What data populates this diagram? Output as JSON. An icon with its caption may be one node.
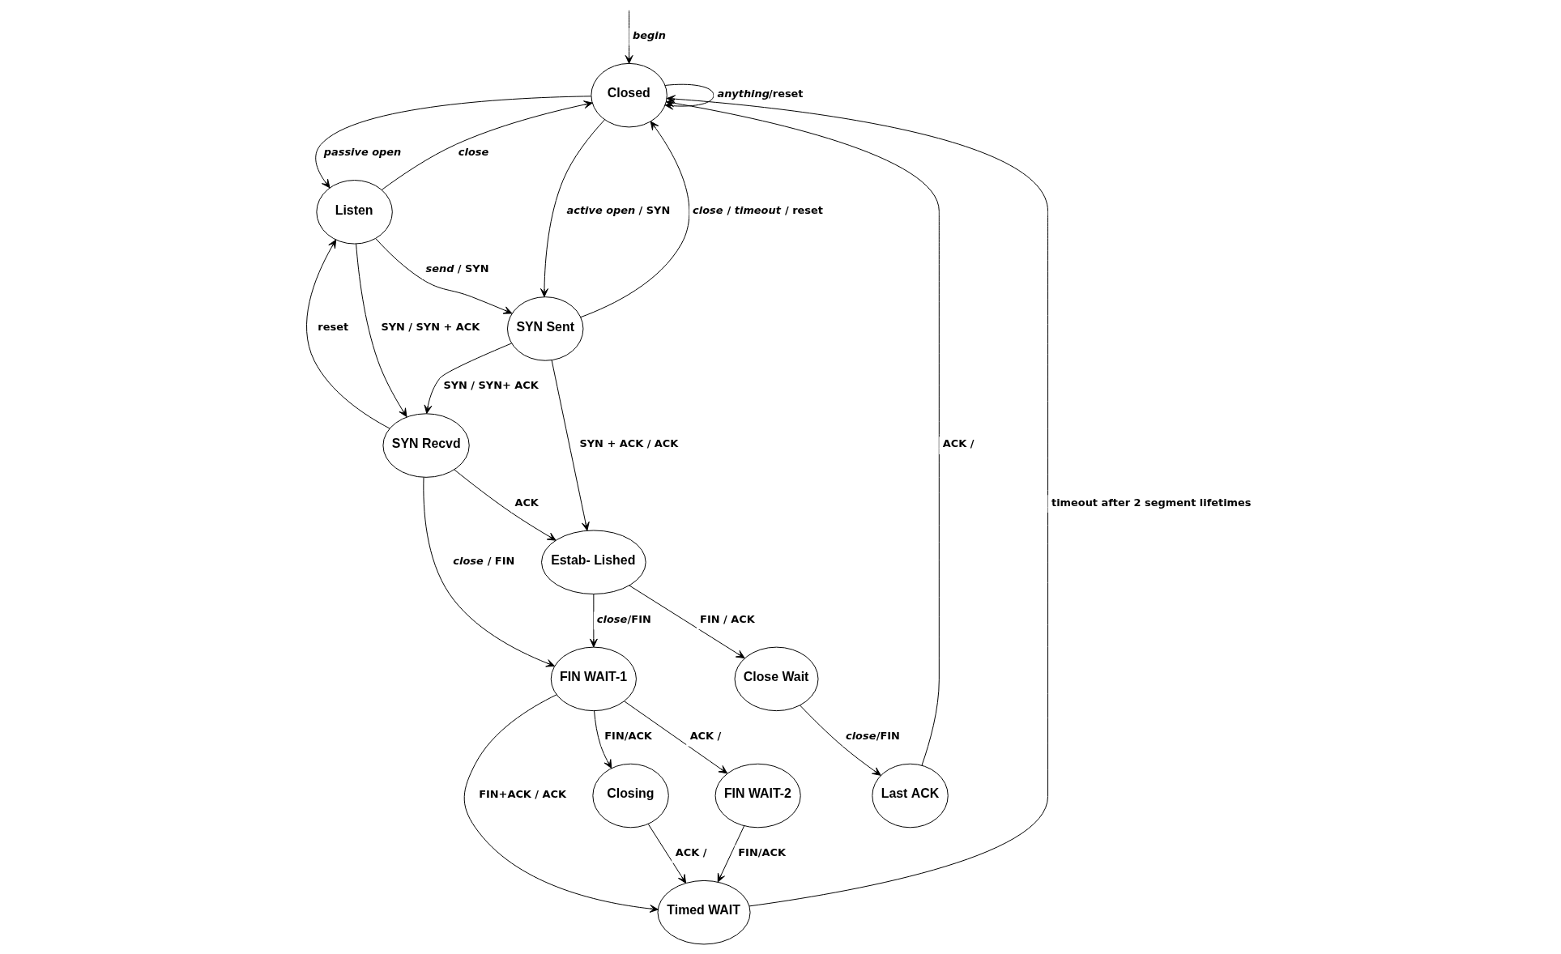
{
  "diagram": {
    "nodes": [
      {
        "text": [
          "Closed"
        ]
      },
      {
        "text": [
          "Listen"
        ]
      },
      {
        "text": [
          "SYN Recvd"
        ]
      },
      {
        "text": [
          "SYN Sent"
        ]
      },
      {
        "text": [
          "Estab- Lished"
        ]
      },
      {
        "text": [
          "Close Wait"
        ]
      },
      {
        "text": [
          "FIN WAIT-1"
        ]
      },
      {
        "text": [
          "Closing"
        ]
      },
      {
        "text": [
          "Last ACK"
        ]
      },
      {
        "text": [
          "FIN WAIT-2"
        ]
      },
      {
        "text": [
          "Timed WAIT"
        ]
      }
    ],
    "edges": [
      {
        "from": 0,
        "to": 0,
        "arrow": "to",
        "label": "*anything*/reset"
      },
      {
        "from": null,
        "to": 0,
        "arrow": "to",
        "label": "*begin*"
      },
      {
        "from": 0,
        "to": 1,
        "arrow": "to",
        "label": "*passive open*"
      },
      {
        "from": 1,
        "to": 0,
        "arrow": "to",
        "label": "*close*"
      },
      {
        "from": 0,
        "to": 3,
        "arrow": "to",
        "label": "*active open* / SYN"
      },
      {
        "from": 1,
        "to": 2,
        "arrow": "to",
        "label": "SYN / SYN + ACK"
      },
      {
        "from": 2,
        "to": 1,
        "arrow": "to",
        "label": "reset"
      },
      {
        "from": 1,
        "to": 3,
        "arrow": "to",
        "label": "*send* / SYN"
      },
      {
        "from": 3,
        "to": 0,
        "arrow": "to",
        "label": "*close* / *timeout* / reset"
      },
      {
        "from": 3,
        "to": 2,
        "arrow": "to",
        "label": "SYN / SYN+ ACK"
      },
      {
        "from": 2,
        "to": 4,
        "arrow": "to",
        "label": "ACK"
      },
      {
        "from": 3,
        "to": 4,
        "arrow": "to",
        "label": "SYN + ACK / ACK"
      },
      {
        "from": 2,
        "to": 6,
        "arrow": "to",
        "label": "*close* / FIN"
      },
      {
        "from": 4,
        "to": 5,
        "arrow": "to",
        "label": "FIN / ACK"
      },
      {
        "from": 4,
        "to": 6,
        "arrow": "to",
        "label": "*close*/FIN"
      },
      {
        "from": 5,
        "to": 8,
        "arrow": "to",
        "label": "*close*/FIN"
      },
      {
        "from": 6,
        "to": 7,
        "arrow": "to",
        "label": "FIN/ACK"
      },
      {
        "from": 8,
        "to": 0,
        "arrow": "to",
        "label": "ACK /"
      },
      {
        "from": 6,
        "to": 10,
        "arrow": "to",
        "label": "FIN+ACK / ACK"
      },
      {
        "from": 6,
        "to": 9,
        "arrow": "to",
        "label": "ACK /"
      },
      {
        "from": 7,
        "to": 10,
        "arrow": "to",
        "label": "ACK /"
      },
      {
        "from": 9,
        "to": 10,
        "arrow": "to",
        "label": "FIN/ACK"
      },
      {
        "from": 10,
        "to": 0,
        "arrow": "to",
        "label": "timeout after 2 segment lifetimes"
      }
    ]
  }
}
